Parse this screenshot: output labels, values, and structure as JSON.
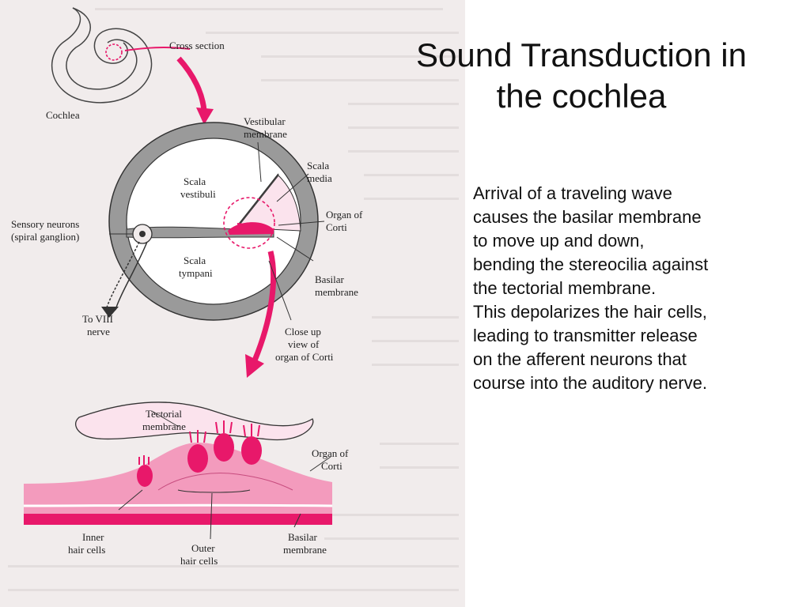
{
  "slide": {
    "title_line1": "Sound Transduction in",
    "title_line2": "the cochlea",
    "body_paragraph1": "Arrival of a traveling wave causes the basilar membrane to move up and down, bending the stereocilia against the tectorial membrane.",
    "body_paragraph2": "This depolarizes the hair cells, leading to transmitter release on the afferent neurons that course  into the auditory nerve."
  },
  "diagram": {
    "labels": {
      "cross_section": "Cross section",
      "cochlea": "Cochlea",
      "vestibular_membrane_1": "Vestibular",
      "vestibular_membrane_2": "membrane",
      "scala_vestibuli_1": "Scala",
      "scala_vestibuli_2": "vestibuli",
      "scala_media_1": "Scala",
      "scala_media_2": "media",
      "organ_of_corti_1": "Organ of",
      "organ_of_corti_2": "Corti",
      "sensory_neurons_1": "Sensory neurons",
      "sensory_neurons_2": "(spiral ganglion)",
      "scala_tympani_1": "Scala",
      "scala_tympani_2": "tympani",
      "basilar_membrane_1": "Basilar",
      "basilar_membrane_2": "membrane",
      "to_viii_nerve_1": "To VIII",
      "to_viii_nerve_2": "nerve",
      "close_up_1": "Close up",
      "close_up_2": "view of",
      "close_up_3": "organ of Corti",
      "tectorial_membrane_1": "Tectorial",
      "tectorial_membrane_2": "membrane",
      "organ_of_corti_b1": "Organ of",
      "organ_of_corti_b2": "Corti",
      "inner_hair_cells_1": "Inner",
      "inner_hair_cells_2": "hair cells",
      "outer_hair_cells_1": "Outer",
      "outer_hair_cells_2": "hair cells",
      "basilar_membrane_b1": "Basilar",
      "basilar_membrane_b2": "membrane"
    },
    "colors": {
      "magenta": "#e8186a",
      "pink_fill": "#f2a7c3",
      "tissue_fill": "#f39bbd",
      "gray_wall": "#9a9a9a",
      "outline": "#333333"
    }
  }
}
